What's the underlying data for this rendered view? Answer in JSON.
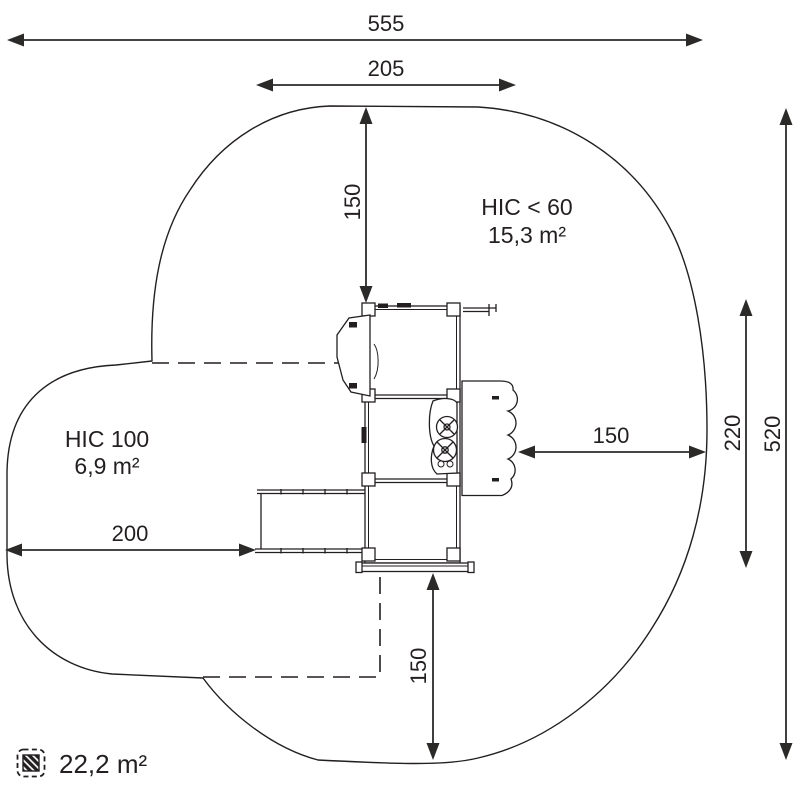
{
  "diagram": {
    "type": "playground-safety-zone-plan",
    "colors": {
      "line": "#231f20",
      "background": "#ffffff"
    },
    "dimensions": {
      "total_width": "555",
      "upper_width": "205",
      "top_clearance": "150",
      "right_clearance": "150",
      "bottom_clearance": "150",
      "left_clearance": "200",
      "equipment_span": "220",
      "total_height": "520"
    },
    "zones": {
      "hic60": {
        "label": "HIC < 60",
        "area": "15,3 m²"
      },
      "hic100": {
        "label": "HIC 100",
        "area": "6,9 m²"
      }
    },
    "footer": {
      "total_area": "22,2 m²"
    }
  }
}
